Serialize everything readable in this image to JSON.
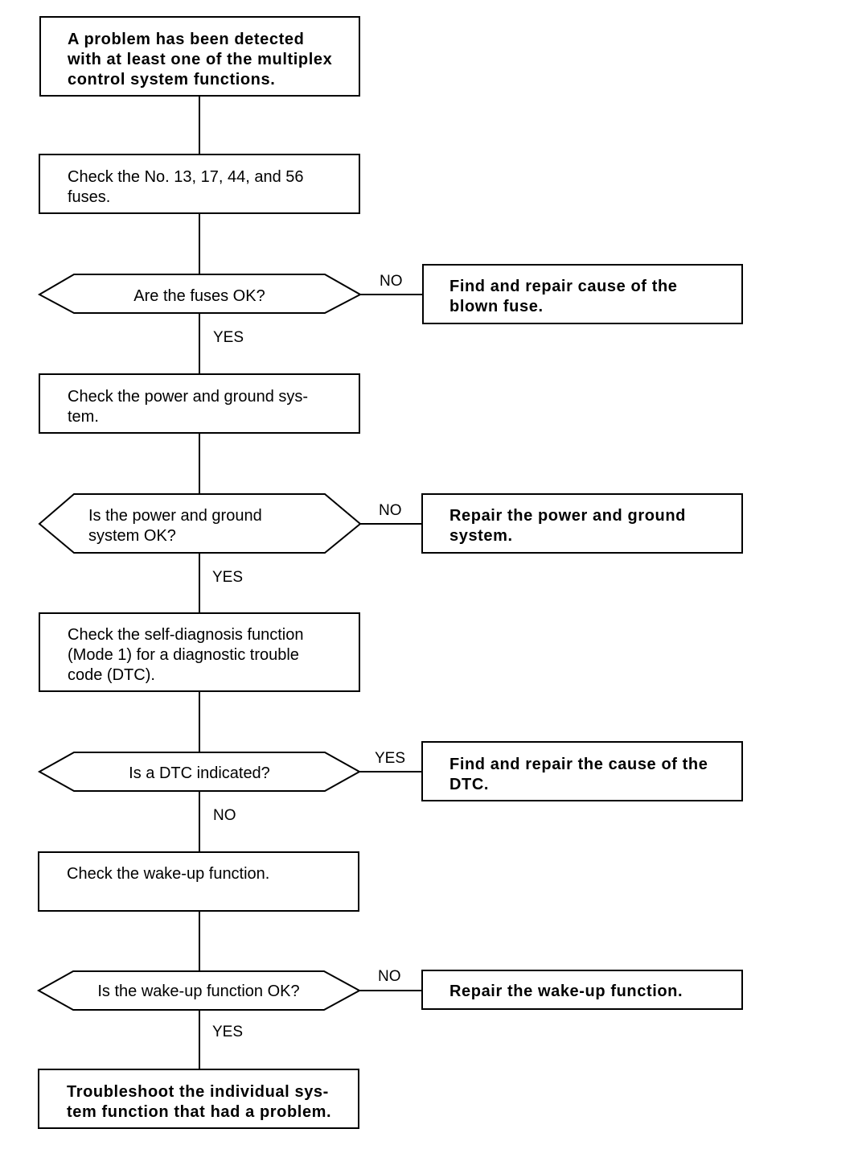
{
  "steps": {
    "problem": {
      "lines": [
        "A problem has been detected",
        "with at least one of the multiplex",
        "control system functions."
      ]
    },
    "check_fuses": {
      "lines": [
        "Check the No. 13, 17, 44, and 56",
        "fuses."
      ]
    },
    "fuses_ok": {
      "lines": [
        "Are the fuses OK?"
      ]
    },
    "repair_fuse": {
      "lines": [
        "Find and repair cause of the",
        "blown fuse."
      ]
    },
    "check_power": {
      "lines": [
        "Check the power and ground sys-",
        "tem."
      ]
    },
    "power_ok": {
      "lines": [
        "Is the power and ground",
        "system OK?"
      ]
    },
    "repair_power": {
      "lines": [
        "Repair the power and ground",
        "system."
      ]
    },
    "check_self_diag": {
      "lines": [
        "Check the self-diagnosis function",
        "(Mode 1) for a diagnostic trouble",
        "code (DTC)."
      ]
    },
    "dtc_indicated": {
      "lines": [
        "Is a DTC indicated?"
      ]
    },
    "repair_dtc": {
      "lines": [
        "Find and repair the cause of the",
        "DTC."
      ]
    },
    "check_wakeup": {
      "lines": [
        "Check the wake-up function."
      ]
    },
    "wakeup_ok": {
      "lines": [
        "Is the wake-up function OK?"
      ]
    },
    "repair_wakeup": {
      "lines": [
        "Repair the wake-up function."
      ]
    },
    "troubleshoot": {
      "lines": [
        "Troubleshoot the individual sys-",
        "tem function that had a problem."
      ]
    }
  },
  "branch_labels": {
    "fuses_no": "NO",
    "fuses_yes": "YES",
    "power_no": "NO",
    "power_yes": "YES",
    "dtc_yes": "YES",
    "dtc_no": "NO",
    "wakeup_no": "NO",
    "wakeup_yes": "YES"
  }
}
